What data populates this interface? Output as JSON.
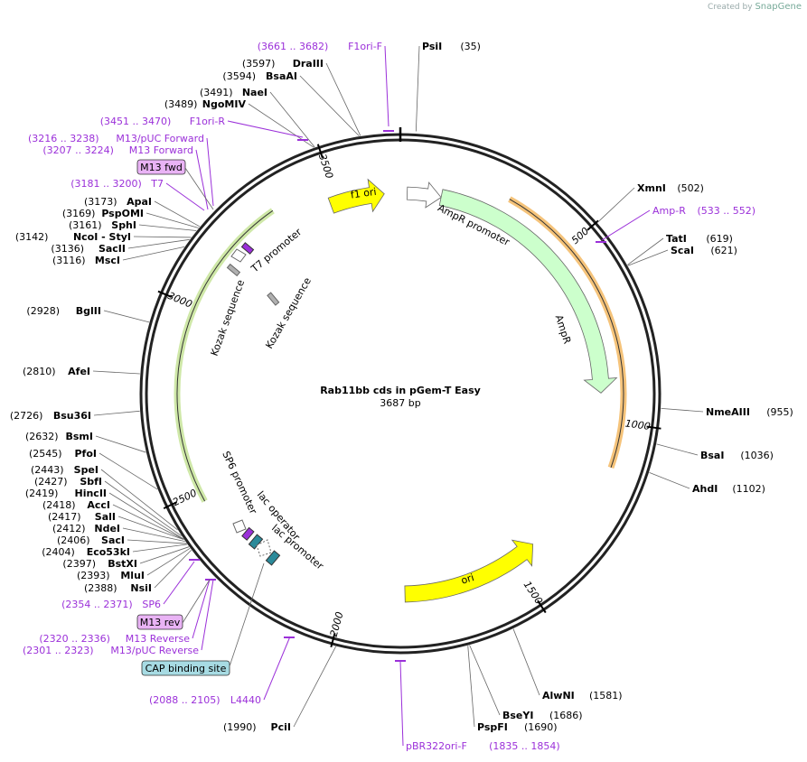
{
  "credit": {
    "prefix": "Created by",
    "brand": "SnapGene"
  },
  "plasmid": {
    "name": "Rab11bb cds in pGem-T Easy",
    "length_label": "3687 bp",
    "length": 3687
  },
  "ticks": [
    {
      "bp": 500,
      "label": "500"
    },
    {
      "bp": 1000,
      "label": "1000"
    },
    {
      "bp": 1500,
      "label": "1500"
    },
    {
      "bp": 2000,
      "label": "2000"
    },
    {
      "bp": 2500,
      "label": "2500"
    },
    {
      "bp": 3000,
      "label": "3000"
    },
    {
      "bp": 3500,
      "label": "3500"
    }
  ],
  "features": [
    {
      "name": "f1 ori",
      "type": "arrow",
      "color": "#ffff00"
    },
    {
      "name": "AmpR promoter",
      "type": "arrow",
      "color": "#ffffff"
    },
    {
      "name": "AmpR",
      "type": "arrow",
      "color": "#ccffcc"
    },
    {
      "name": "ori",
      "type": "arrow",
      "color": "#ffff00"
    },
    {
      "name": "Kozak sequence",
      "type": "box",
      "color": "#b0b0b0"
    },
    {
      "name": "Kozak sequence",
      "type": "box",
      "color": "#b0b0b0"
    },
    {
      "name": "T7 promoter",
      "type": "promoter",
      "color": "#ffffff"
    },
    {
      "name": "SP6 promoter",
      "type": "promoter",
      "color": "#ffffff"
    },
    {
      "name": "lac operator",
      "type": "box",
      "color": "#ffffff"
    },
    {
      "name": "lac promoter",
      "type": "promoter",
      "color": "#ffffff"
    },
    {
      "name": "CAP binding site",
      "type": "box",
      "color": "#2b8a9a"
    }
  ],
  "sites": [
    {
      "name": "PsiI",
      "pos": "(35)"
    },
    {
      "name": "XmnI",
      "pos": "(502)"
    },
    {
      "name": "TatI",
      "pos": "(619)"
    },
    {
      "name": "ScaI",
      "pos": "(621)"
    },
    {
      "name": "NmeAIII",
      "pos": "(955)"
    },
    {
      "name": "BsaI",
      "pos": "(1036)"
    },
    {
      "name": "AhdI",
      "pos": "(1102)"
    },
    {
      "name": "AlwNI",
      "pos": "(1581)"
    },
    {
      "name": "BseYI",
      "pos": "(1686)"
    },
    {
      "name": "PspFI",
      "pos": "(1690)"
    },
    {
      "name": "PciI",
      "pos": "(1990)"
    },
    {
      "name": "NsiI",
      "pos": "(2388)"
    },
    {
      "name": "MluI",
      "pos": "(2393)"
    },
    {
      "name": "BstXI",
      "pos": "(2397)"
    },
    {
      "name": "Eco53kI",
      "pos": "(2404)"
    },
    {
      "name": "SacI",
      "pos": "(2406)"
    },
    {
      "name": "NdeI",
      "pos": "(2412)"
    },
    {
      "name": "SalI",
      "pos": "(2417)"
    },
    {
      "name": "AccI",
      "pos": "(2418)"
    },
    {
      "name": "HincII",
      "pos": "(2419)"
    },
    {
      "name": "SbfI",
      "pos": "(2427)"
    },
    {
      "name": "SpeI",
      "pos": "(2443)"
    },
    {
      "name": "PfoI",
      "pos": "(2545)"
    },
    {
      "name": "BsmI",
      "pos": "(2632)"
    },
    {
      "name": "Bsu36I",
      "pos": "(2726)"
    },
    {
      "name": "AfeI",
      "pos": "(2810)"
    },
    {
      "name": "BglII",
      "pos": "(2928)"
    },
    {
      "name": "MscI",
      "pos": "(3116)"
    },
    {
      "name": "SacII",
      "pos": "(3136)"
    },
    {
      "name": "NcoI - StyI",
      "pos": "(3142)"
    },
    {
      "name": "SphI",
      "pos": "(3161)"
    },
    {
      "name": "PspOMI",
      "pos": "(3169)"
    },
    {
      "name": "ApaI",
      "pos": "(3173)"
    },
    {
      "name": "NgoMIV",
      "pos": "(3489)"
    },
    {
      "name": "NaeI",
      "pos": "(3491)"
    },
    {
      "name": "BsaAI",
      "pos": "(3594)"
    },
    {
      "name": "DraIII",
      "pos": "(3597)"
    }
  ],
  "primers": [
    {
      "name": "F1ori-F",
      "range": "(3661 .. 3682)"
    },
    {
      "name": "F1ori-R",
      "range": "(3451 .. 3470)"
    },
    {
      "name": "M13/pUC Forward",
      "range": "(3216 .. 3238)"
    },
    {
      "name": "M13 Forward",
      "range": "(3207 .. 3224)"
    },
    {
      "name": "T7",
      "range": "(3181 .. 3200)"
    },
    {
      "name": "Amp-R",
      "range": "(533 .. 552)"
    },
    {
      "name": "pBR322ori-F",
      "range": "(1835 .. 1854)"
    },
    {
      "name": "L4440",
      "range": "(2088 .. 2105)"
    },
    {
      "name": "SP6",
      "range": "(2354 .. 2371)"
    },
    {
      "name": "M13 Reverse",
      "range": "(2320 .. 2336)"
    },
    {
      "name": "M13/pUC Reverse",
      "range": "(2301 .. 2323)"
    }
  ],
  "boxed_labels": [
    {
      "text": "M13 fwd",
      "color": "#e9b3f5"
    },
    {
      "text": "M13 rev",
      "color": "#e9b3f5"
    },
    {
      "text": "CAP binding site",
      "color": "#a7dbe3"
    }
  ],
  "colors": {
    "backbone": "#222222",
    "primer": "#9b30d9",
    "leader": "#666666"
  }
}
